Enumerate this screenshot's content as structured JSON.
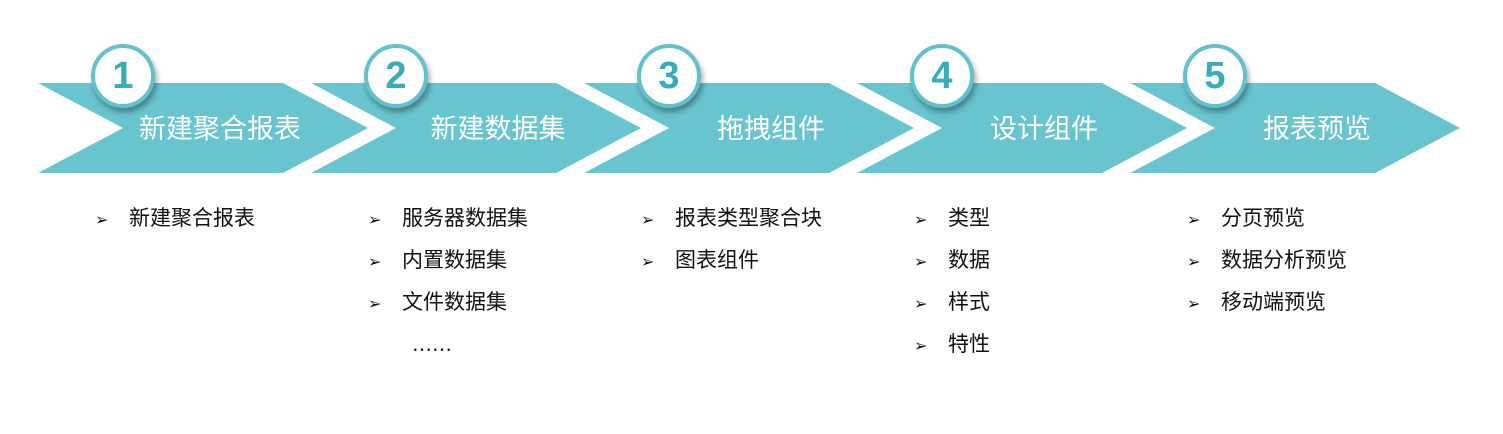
{
  "colors": {
    "chevron": "#68c4cf",
    "circle_border": "#62c1cc",
    "number": "#37adba"
  },
  "steps": [
    {
      "number": "1",
      "title": "新建聚合报表",
      "items": [
        "新建聚合报表"
      ]
    },
    {
      "number": "2",
      "title": "新建数据集",
      "items": [
        "服务器数据集",
        "内置数据集",
        "文件数据集"
      ],
      "more": "……"
    },
    {
      "number": "3",
      "title": "拖拽组件",
      "items": [
        "报表类型聚合块",
        "图表组件"
      ]
    },
    {
      "number": "4",
      "title": "设计组件",
      "items": [
        "类型",
        "数据",
        "样式",
        "特性"
      ]
    },
    {
      "number": "5",
      "title": "报表预览",
      "items": [
        "分页预览",
        "数据分析预览",
        "移动端预览"
      ]
    }
  ]
}
